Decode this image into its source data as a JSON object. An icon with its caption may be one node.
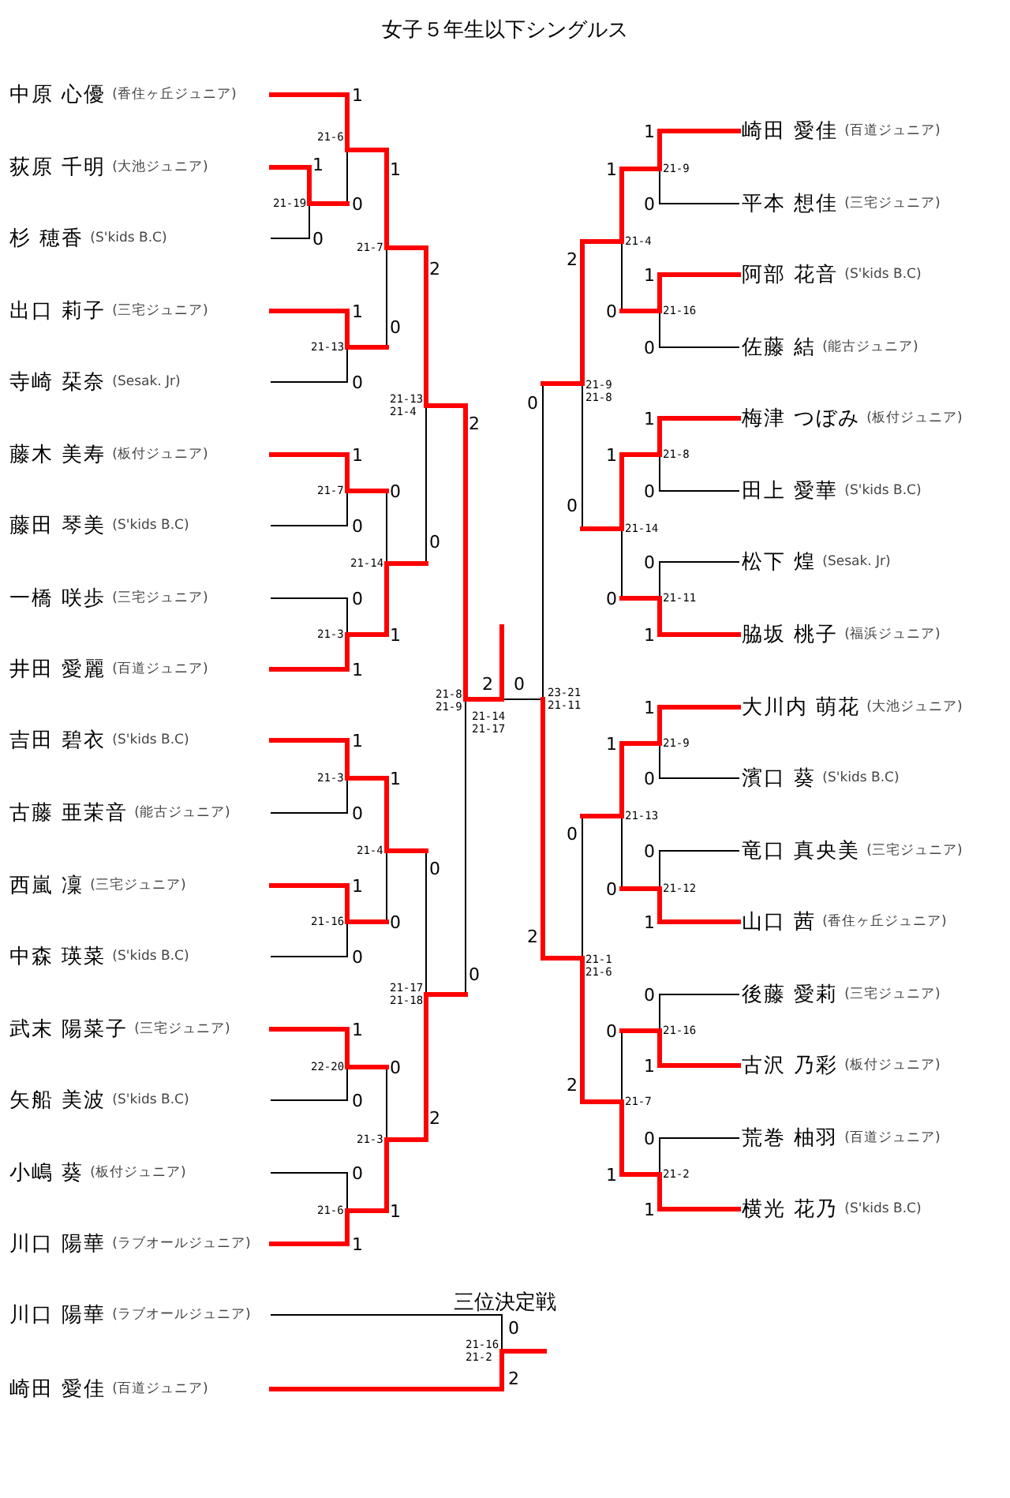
{
  "diagram": {
    "title": "女子５年生以下シングルス",
    "nodes": [
      {
        "text": [
          "中原 心優",
          "(香住ヶ丘ジュニア)"
        ]
      },
      {
        "text": [
          "荻原 千明",
          "(大池ジュニア)"
        ]
      },
      {
        "text": [
          "杉 穂香",
          "(S'kids B.C)"
        ]
      },
      {
        "text": [
          "出口 莉子",
          "(三宅ジュニア)"
        ]
      },
      {
        "text": [
          "寺崎 栞奈",
          "(Sesak. Jr)"
        ]
      },
      {
        "text": [
          "藤木 美寿",
          "(板付ジュニア)"
        ]
      },
      {
        "text": [
          "藤田 琴美",
          "(S'kids B.C)"
        ]
      },
      {
        "text": [
          "一橋 咲歩",
          "(三宅ジュニア)"
        ]
      },
      {
        "text": [
          "井田 愛麗",
          "(百道ジュニア)"
        ]
      },
      {
        "text": [
          "吉田 碧衣",
          "(S'kids B.C)"
        ]
      },
      {
        "text": [
          "古藤 亜茉音",
          "(能古ジュニア)"
        ]
      },
      {
        "text": [
          "西嵐 凜",
          "(三宅ジュニア)"
        ]
      },
      {
        "text": [
          "中森 瑛菜",
          "(S'kids B.C)"
        ]
      },
      {
        "text": [
          "武末 陽菜子",
          "(三宅ジュニア)"
        ]
      },
      {
        "text": [
          "矢船 美波",
          "(S'kids B.C)"
        ]
      },
      {
        "text": [
          "小嶋 葵",
          "(板付ジュニア)"
        ]
      },
      {
        "text": [
          "川口 陽華",
          "(ラブオールジュニア)"
        ]
      },
      {
        "text": [
          "崎田 愛佳",
          "(百道ジュニア)"
        ]
      },
      {
        "text": [
          "平本 想佳",
          "(三宅ジュニア)"
        ]
      },
      {
        "text": [
          "阿部 花音",
          "(S'kids B.C)"
        ]
      },
      {
        "text": [
          "佐藤 結",
          "(能古ジュニア)"
        ]
      },
      {
        "text": [
          "梅津 つぼみ",
          "(板付ジュニア)"
        ]
      },
      {
        "text": [
          "田上 愛華",
          "(S'kids B.C)"
        ]
      },
      {
        "text": [
          "松下 煌",
          "(Sesak. Jr)"
        ]
      },
      {
        "text": [
          "脇坂 桃子",
          "(福浜ジュニア)"
        ]
      },
      {
        "text": [
          "大川内 萌花",
          "(大池ジュニア)"
        ]
      },
      {
        "text": [
          "濱口 葵",
          "(S'kids B.C)"
        ]
      },
      {
        "text": [
          "竜口 真央美",
          "(三宅ジュニア)"
        ]
      },
      {
        "text": [
          "山口 茜",
          "(香住ヶ丘ジュニア)"
        ]
      },
      {
        "text": [
          "後藤 愛莉",
          "(三宅ジュニア)"
        ]
      },
      {
        "text": [
          "古沢 乃彩",
          "(板付ジュニア)"
        ]
      },
      {
        "text": [
          "荒巻 柚羽",
          "(百道ジュニア)"
        ]
      },
      {
        "text": [
          "横光 花乃",
          "(S'kids B.C)"
        ]
      },
      {
        "text": [
          "川口 陽華",
          "(ラブオールジュニア)"
        ]
      },
      {
        "text": [
          "崎田 愛佳",
          "(百道ジュニア)"
        ]
      }
    ],
    "labels": [
      "1",
      "21-6",
      "1",
      "1",
      "21-19",
      "0",
      "0",
      "21-7",
      "2",
      "1",
      "0",
      "21-13",
      "0",
      "21-13 21-4",
      "2",
      "1",
      "0",
      "21-7",
      "0",
      "0",
      "21-14",
      "0",
      "1",
      "21-3",
      "1",
      "2",
      "0",
      "21-8 21-9",
      "23-21 21-11",
      "21-14 21-17",
      "1",
      "1",
      "21-3",
      "0",
      "21-4",
      "1",
      "0",
      "0",
      "21-16",
      "0",
      "0",
      "21-17 21-18",
      "1",
      "0",
      "22-20",
      "0",
      "2",
      "21-3",
      "0",
      "1",
      "21-6",
      "1",
      "1",
      "21-9",
      "1",
      "0",
      "21-4",
      "2",
      "1",
      "21-16",
      "0",
      "0",
      "21-9 21-8",
      "0",
      "1",
      "21-8",
      "1",
      "0",
      "0",
      "21-14",
      "0",
      "0",
      "21-11",
      "1",
      "1",
      "21-9",
      "1",
      "0",
      "21-13",
      "0",
      "0",
      "21-12",
      "0",
      "1",
      "2",
      "21-1 21-6",
      "0",
      "0",
      "21-16",
      "1",
      "2",
      "21-7",
      "0",
      "1",
      "21-2",
      "1",
      "三位決定戦",
      "0",
      "21-16 21-2",
      "2"
    ]
  }
}
